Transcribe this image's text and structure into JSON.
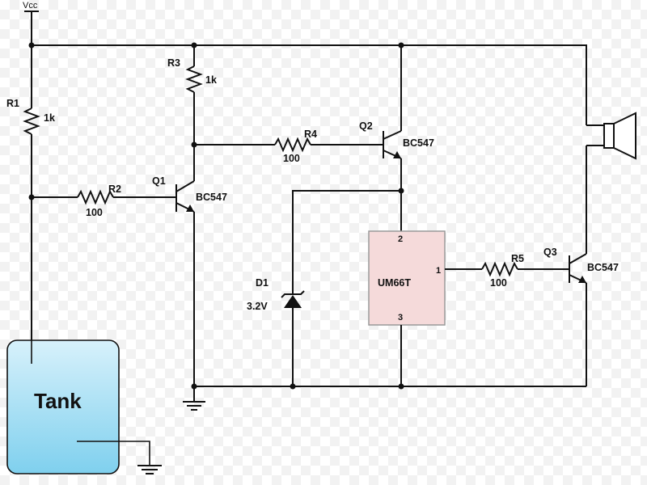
{
  "supply": {
    "label": "Vcc"
  },
  "resistors": {
    "r1": {
      "name": "R1",
      "value": "1k"
    },
    "r2": {
      "name": "R2",
      "value": "100"
    },
    "r3": {
      "name": "R3",
      "value": "1k"
    },
    "r4": {
      "name": "R4",
      "value": "100"
    },
    "r5": {
      "name": "R5",
      "value": "100"
    }
  },
  "transistors": {
    "q1": {
      "name": "Q1",
      "part": "BC547"
    },
    "q2": {
      "name": "Q2",
      "part": "BC547"
    },
    "q3": {
      "name": "Q3",
      "part": "BC547"
    }
  },
  "diode": {
    "name": "D1",
    "value": "3.2V"
  },
  "ic": {
    "name": "UM66T",
    "pins": {
      "p1": "1",
      "p2": "2",
      "p3": "3"
    },
    "fill": "#f5dada",
    "stroke": "#999999"
  },
  "tank": {
    "label": "Tank",
    "fill_top": "#d7f1fb",
    "fill_bottom": "#7fd0ee",
    "stroke": "#111111"
  }
}
